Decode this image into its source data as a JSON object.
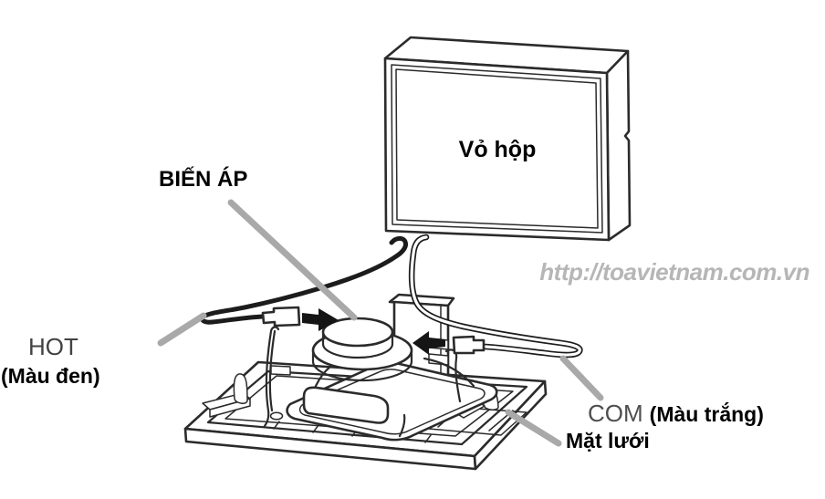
{
  "diagram": {
    "labels": {
      "transformer": "BIẾN ÁP",
      "box_cover": "Vỏ hộp",
      "hot": "HOT",
      "hot_color_note": "(Màu đen)",
      "com": "COM",
      "com_color_note": "(Màu trắng)",
      "grille_face": "Mặt lưới"
    },
    "watermark": "http://toavietnam.com.vn",
    "colors": {
      "line": "#2b2b2b",
      "wire_black": "#1c1c1c",
      "wire_white": "#ffffff",
      "leader_gray": "#a9a9a9",
      "label_black": "#000000",
      "label_gray": "#4f4f4f",
      "watermark_gray": "#b6b6b6",
      "background": "#ffffff"
    }
  }
}
